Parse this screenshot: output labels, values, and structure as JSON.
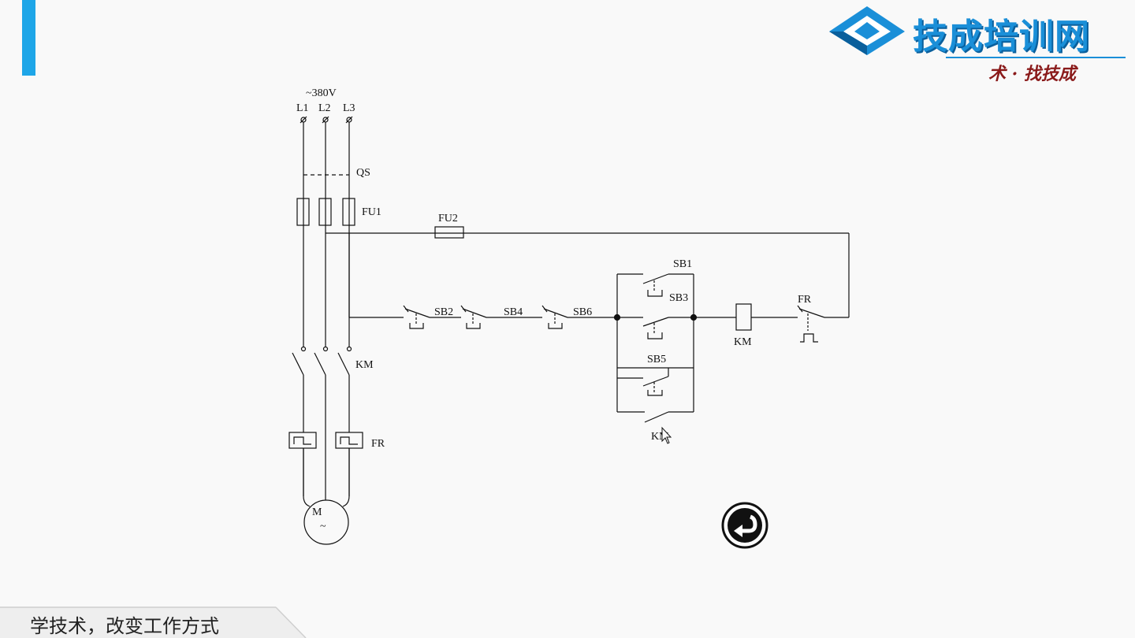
{
  "logo": {
    "name": "技成培训网",
    "slogan": "术 · 找技成"
  },
  "diagram": {
    "supply_voltage": "~380V",
    "phases": [
      "L1",
      "L2",
      "L3"
    ],
    "labels": {
      "qs": "QS",
      "fu1": "FU1",
      "fu2": "FU2",
      "km_main": "KM",
      "fr_main": "FR",
      "motor_m": "M",
      "motor_tilde": "~",
      "sb1": "SB1",
      "sb2": "SB2",
      "sb3": "SB3",
      "sb4": "SB4",
      "sb5": "SB5",
      "sb6": "SB6",
      "km_coil": "KM",
      "fr_contact": "FR",
      "km_aux": "KM"
    }
  },
  "footer": {
    "slogan": "学技术，改变工作方式"
  },
  "colors": {
    "accent": "#1ea6e8",
    "logo_blue": "#1a8fd8",
    "slogan_red": "#8a1a1a",
    "line": "#111111"
  }
}
